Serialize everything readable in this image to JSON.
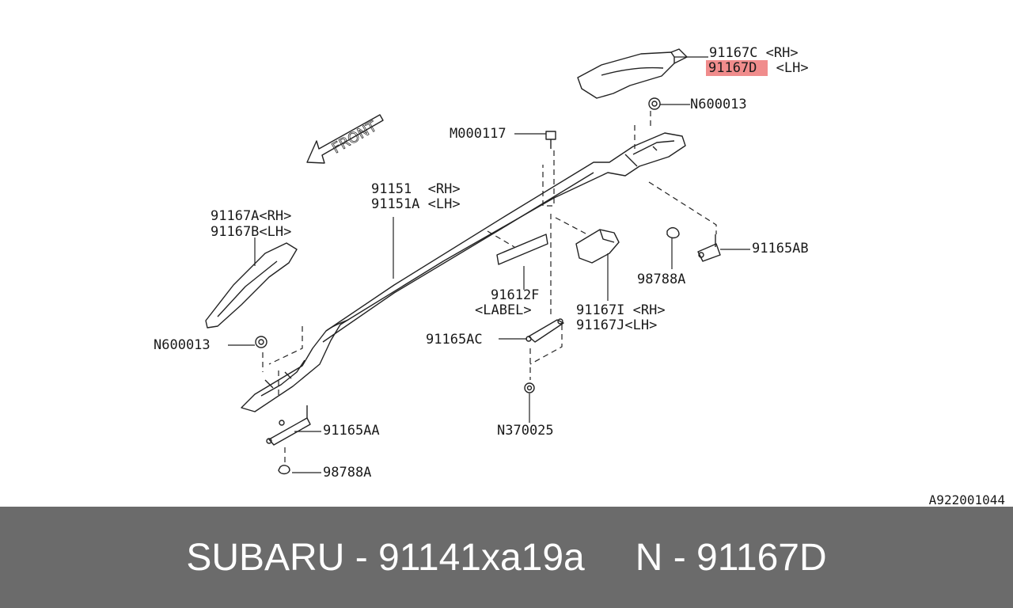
{
  "labels": {
    "p91167c": "91167C <RH>",
    "p91167d_num": "91167D",
    "p91167d_side": "<LH>",
    "n600013_top": "N600013",
    "m000117": "M000117",
    "p91151": "91151  <RH>",
    "p91151a": "91151A <LH>",
    "p91167a": "91167A<RH>",
    "p91167b": "91167B<LH>",
    "p91165ab": "91165AB",
    "p98788a_right": "98788A",
    "p91612f": "91612F",
    "label_text": "<LABEL>",
    "p91167i": "91167I <RH>",
    "p91167j": "91167J<LH>",
    "n600013_left": "N600013",
    "p91165ac": "91165AC",
    "p91165aa": "91165AA",
    "n370025": "N370025",
    "p98788a_bottom": "98788A",
    "front": "FRONT"
  },
  "reference_code": "A922001044",
  "footer": {
    "left": "SUBARU - 91141xa19a",
    "right": "N - 91167D"
  },
  "colors": {
    "highlight": "#f08c8c",
    "footer_bg": "#6b6b6b"
  }
}
